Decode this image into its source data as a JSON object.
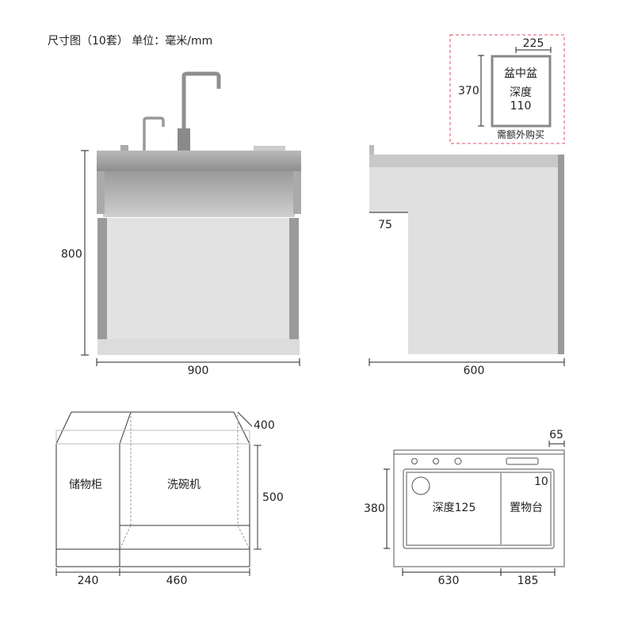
{
  "title": "尺寸图（10套） 单位：毫米/mm",
  "front_view": {
    "height_label": "800",
    "width_label": "900"
  },
  "side_view": {
    "overhang_label": "75",
    "depth_label": "600"
  },
  "inset": {
    "width_label": "225",
    "height_label": "370",
    "name": "盆中盆",
    "depth_title": "深度",
    "depth_value": "110",
    "note": "需额外购买",
    "border_color": "#e0506a"
  },
  "cabinet_view": {
    "left_label": "储物柜",
    "right_label": "洗碗机",
    "depth_label": "400",
    "height_label": "500",
    "left_width": "240",
    "right_width": "460"
  },
  "top_view": {
    "edge_label": "65",
    "height_label": "380",
    "basin_label": "深度125",
    "shelf_label": "置物台",
    "step_label": "10",
    "basin_width": "630",
    "shelf_width": "185"
  }
}
